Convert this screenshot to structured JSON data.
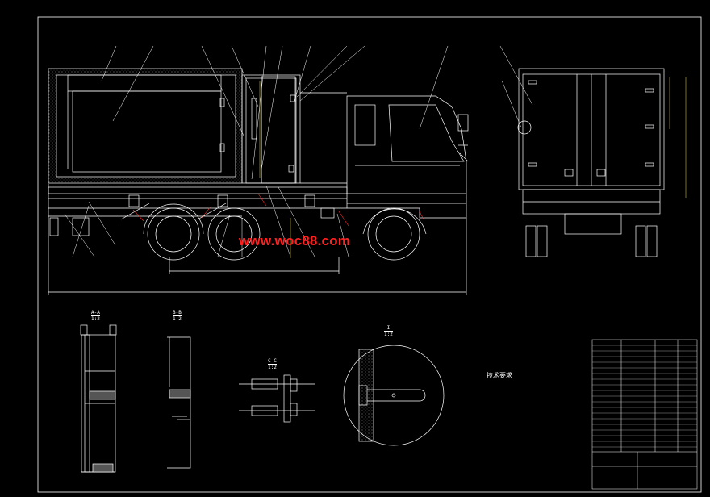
{
  "watermark": "www.woc88.com",
  "section_labels": {
    "a": "A-A",
    "a_scale": "1:2",
    "b": "B-B",
    "b_scale": "1:2",
    "c": "C-C",
    "c_scale": "1:2",
    "i": "I",
    "i_scale": "1:2"
  },
  "tech_requirements": {
    "title": "技术要求"
  },
  "colors": {
    "background": "#000000",
    "lines": "#ffffff",
    "leaders": "#ff3030",
    "dims": "#f0e040",
    "watermark": "#ff2020"
  }
}
